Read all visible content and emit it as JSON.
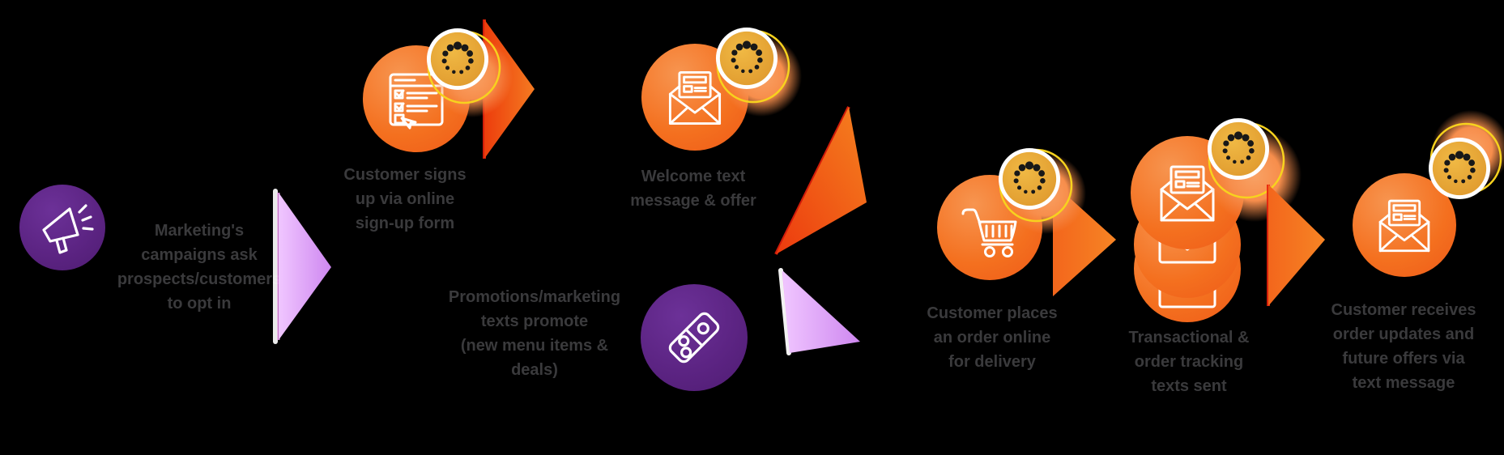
{
  "background": "#000000",
  "text_color": "#3A3A3C",
  "palette": {
    "purple": "#5C2483",
    "orange": "#F4701F",
    "orange_light": "#F79550",
    "badge_gold": "#E9A63A",
    "badge_dots": "#181818",
    "yellow_ring": "#F7D21E",
    "lavender": "#D9A0F2",
    "arrow_red": "#E8220B",
    "white": "#FFFFFF"
  },
  "steps": {
    "s1": {
      "icon": "megaphone-icon",
      "lines": [
        "Marketing's",
        "campaigns ask",
        "prospects/customers",
        "to opt in"
      ]
    },
    "s2": {
      "icon": "signup-form-icon",
      "badge": "dots-logo-badge",
      "lines": [
        "Customer signs",
        "up via online",
        "sign-up form"
      ]
    },
    "s3": {
      "icon": "open-envelope-icon",
      "badge": "dots-logo-badge",
      "lines": [
        "Welcome text",
        "message & offer"
      ]
    },
    "s4": {
      "icon": "domino-icon",
      "lines": [
        "Promotions/marketing",
        "texts promote",
        "(new menu items &",
        "deals)"
      ]
    },
    "s5": {
      "icon": "shopping-cart-icon",
      "badge": "dots-logo-badge",
      "lines": [
        "Customer places",
        "an order online",
        "for delivery"
      ]
    },
    "s6": {
      "icon": "envelope-stack-icon",
      "badge": "dots-logo-badge",
      "lines": [
        "Transactional &",
        "order tracking",
        "texts sent"
      ]
    },
    "s7": {
      "icon": "open-envelope-icon",
      "badge": "dots-logo-badge",
      "lines": [
        "Customer receives",
        "order updates and",
        "future offers via",
        "text message"
      ]
    }
  }
}
